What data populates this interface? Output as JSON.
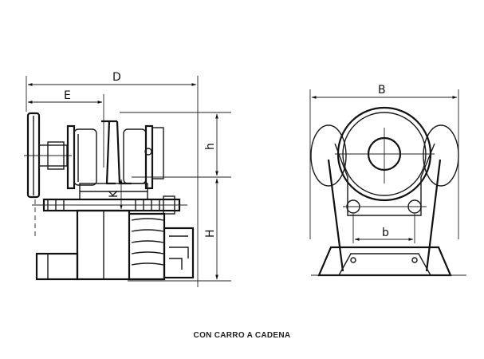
{
  "caption": "CON CARRO A CADENA",
  "dimensions": {
    "D": "D",
    "E": "E",
    "h": "h",
    "H": "H",
    "K": "K",
    "B": "B",
    "b": "b"
  },
  "colors": {
    "line": "#1a1a1a",
    "background": "#ffffff"
  }
}
